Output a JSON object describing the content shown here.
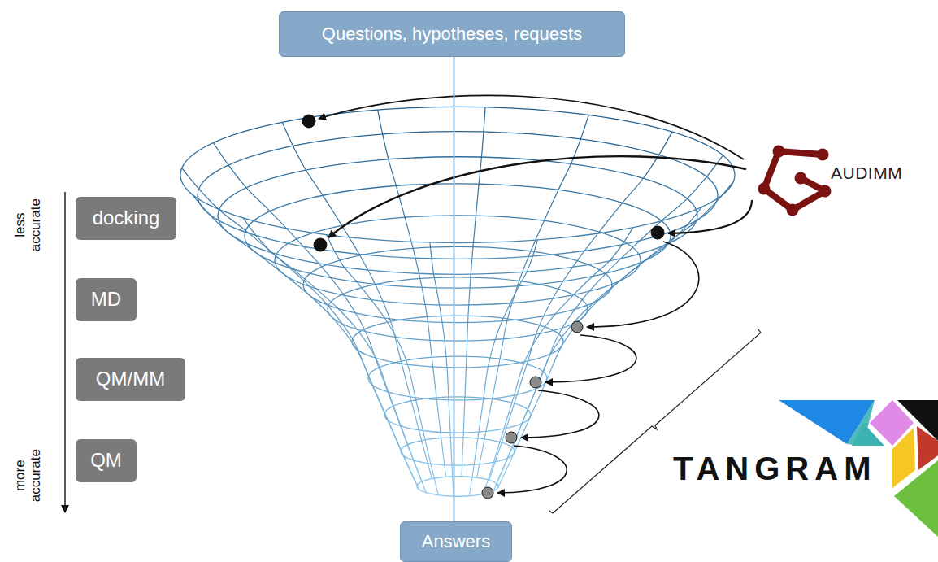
{
  "diagram": {
    "nodes": [
      {
        "text": [
          "Questions, hypotheses, requests"
        ]
      },
      {
        "text": [
          "docking"
        ]
      },
      {
        "text": [
          "MD"
        ]
      },
      {
        "text": [
          "QM/MM"
        ]
      },
      {
        "text": [
          "QM"
        ]
      },
      {
        "text": [
          "Answers"
        ]
      }
    ],
    "edges": [
      {
        "from": 0,
        "to": 5,
        "arrow": "none"
      }
    ],
    "labels": [
      "less accurate",
      "more accurate",
      "AUDIMM",
      "TANGRAM"
    ]
  }
}
